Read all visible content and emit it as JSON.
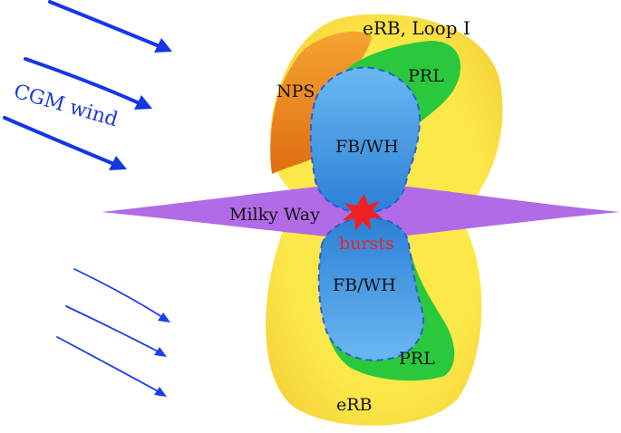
{
  "labels": {
    "erb_loop": "eRB, Loop I",
    "nps": "NPS",
    "prl_top": "PRL",
    "fbwh_top": "FB/WH",
    "milky_way": "Milky Way",
    "bursts": "bursts",
    "fbwh_bottom": "FB/WH",
    "prl_bottom": "PRL",
    "erb_bottom": "eRB",
    "cgm_wind": "CGM wind"
  },
  "colors": {
    "erb": "#fde84a",
    "erb_dark": "#f5d53a",
    "nps_light": "#f5a431",
    "nps_dark": "#df6e12",
    "prl": "#2ac83c",
    "fbwh_light": "#6ab8f2",
    "fbwh_dark": "#2d7fd6",
    "fbwh_border": "#2a5fd0",
    "milky_way": "#b26be6",
    "burst": "#ee2222",
    "wind_thick": "#1436e6",
    "wind_thin": "#1d3ee8",
    "cgm_text": "#1a3ad8"
  }
}
